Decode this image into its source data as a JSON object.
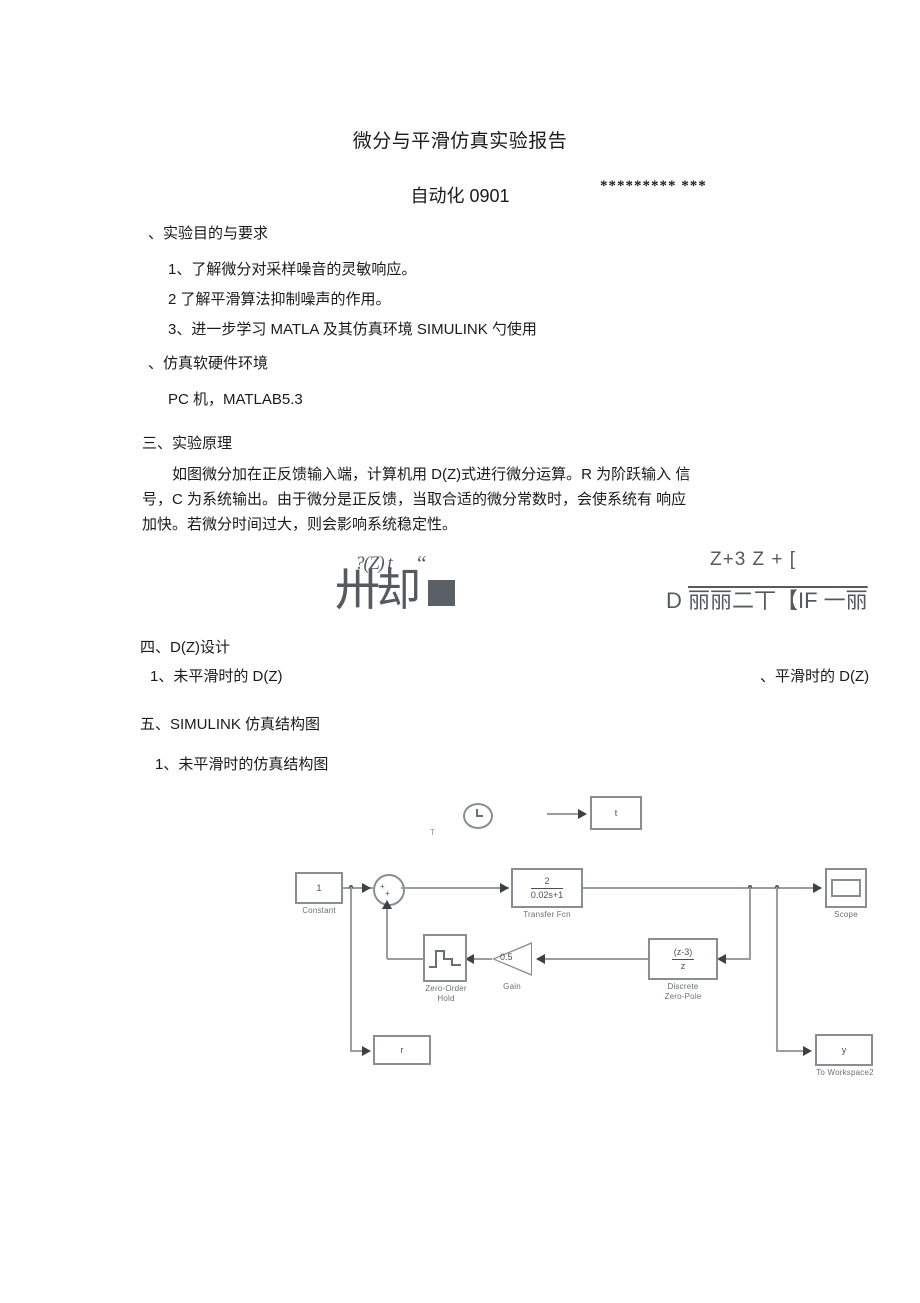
{
  "document": {
    "title": "微分与平滑仿真实验报告",
    "subtitle": "自动化 0901",
    "author_redacted": "********* ***"
  },
  "sections": [
    {
      "id": "purpose",
      "heading": "、实验目的与要求",
      "items": [
        "1、了解微分对采样噪音的灵敏响应。",
        "2 了解平滑算法抑制噪声的作用。",
        "3、进一步学习 MATLA 及其仿真环境 SIMULINK 勺使用"
      ]
    },
    {
      "id": "environment",
      "heading": "、仿真软硬件环境",
      "items": [
        "PC 机，MATLAB5.3"
      ]
    },
    {
      "id": "principle",
      "heading": "三、实验原理",
      "paragraph_lines": [
        "如图微分加在正反馈输入端，计算机用 D(Z)式进行微分运算。R 为阶跃输入  信",
        "号，C 为系统输出。由于微分是正反馈，当取合适的微分常数时，会使系统有  响应",
        "加快。若微分时间过大，则会影响系统稳定性。"
      ]
    },
    {
      "id": "dz-design",
      "heading": "四、D(Z)设计",
      "sub_left": "1、未平滑时的  D(Z)",
      "sub_right": "、平滑时的    D(Z)"
    },
    {
      "id": "simulink",
      "heading": "五、SIMULINK 仿真结构图",
      "sub_left": "1、未平滑时的仿真结构图"
    }
  ],
  "formula_artifact": {
    "left_main": "卅却",
    "left_superscript": "?(Z) t",
    "left_quote": "“",
    "right_top": "Z+3 Z + [",
    "right_bottom_lead": "D",
    "right_bottom_rest": "丽丽二丅【IF 一丽"
  },
  "diagram": {
    "caption_ref": "未平滑时的仿真结构图",
    "blocks": [
      {
        "id": "clock",
        "name": "Clock",
        "label": "",
        "caption": "T"
      },
      {
        "id": "t_wksp",
        "name": "To Workspace t",
        "label": "t",
        "caption": ""
      },
      {
        "id": "constant",
        "name": "Constant",
        "label": "1",
        "caption": "Constant"
      },
      {
        "id": "sum",
        "name": "Sum",
        "label": "+ +",
        "caption": ""
      },
      {
        "id": "tf",
        "name": "Transfer Fcn",
        "num": "2",
        "den": "0.02s+1",
        "caption": "Transfer Fcn"
      },
      {
        "id": "scope",
        "name": "Scope",
        "label": "",
        "caption": "Scope"
      },
      {
        "id": "zoh",
        "name": "Zero-Order Hold",
        "label": "",
        "caption": "Zero-Order\nHold"
      },
      {
        "id": "gain",
        "name": "Gain",
        "label": "0.5",
        "caption": "Gain"
      },
      {
        "id": "dzp",
        "name": "Discrete Zero-Pole",
        "num": "(z-3)",
        "den": "z",
        "caption": "Discrete\nZero-Pole"
      },
      {
        "id": "r_wksp",
        "name": "To Workspace r",
        "label": "r",
        "caption": ""
      },
      {
        "id": "y_wksp",
        "name": "To Workspace2",
        "label": "y",
        "caption": "To Workspace2"
      }
    ]
  },
  "colors": {
    "text": "#1a1a1a",
    "diagram_line": "#9a9ea3",
    "diagram_border": "#8a8d91",
    "diagram_label": "#6b7076",
    "garble": "#555a60"
  }
}
